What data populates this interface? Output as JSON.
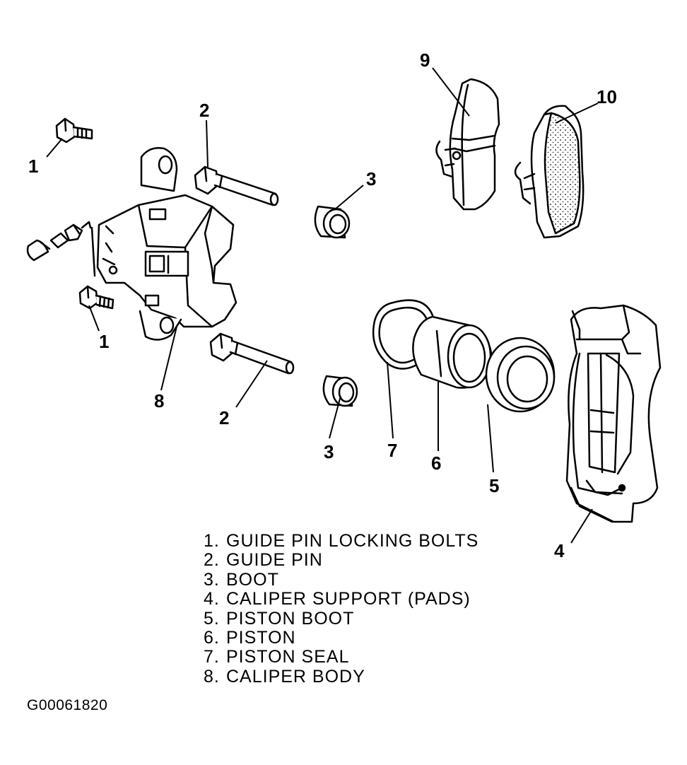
{
  "callouts": {
    "c1a": "1",
    "c1b": "1",
    "c2a": "2",
    "c2b": "2",
    "c3a": "3",
    "c3b": "3",
    "c4": "4",
    "c5": "5",
    "c6": "6",
    "c7": "7",
    "c8": "8",
    "c9": "9",
    "c10": "10"
  },
  "legend": [
    {
      "num": "1.",
      "label": "GUIDE PIN LOCKING BOLTS"
    },
    {
      "num": "2.",
      "label": "GUIDE PIN"
    },
    {
      "num": "3.",
      "label": "BOOT"
    },
    {
      "num": "4.",
      "label": "CALIPER SUPPORT (PADS)"
    },
    {
      "num": "5.",
      "label": "PISTON BOOT"
    },
    {
      "num": "6.",
      "label": "PISTON"
    },
    {
      "num": "7.",
      "label": "PISTON SEAL"
    },
    {
      "num": "8.",
      "label": "CALIPER BODY"
    }
  ],
  "figure_id": "G00061820",
  "colors": {
    "ink": "#000000",
    "paper": "#ffffff"
  }
}
